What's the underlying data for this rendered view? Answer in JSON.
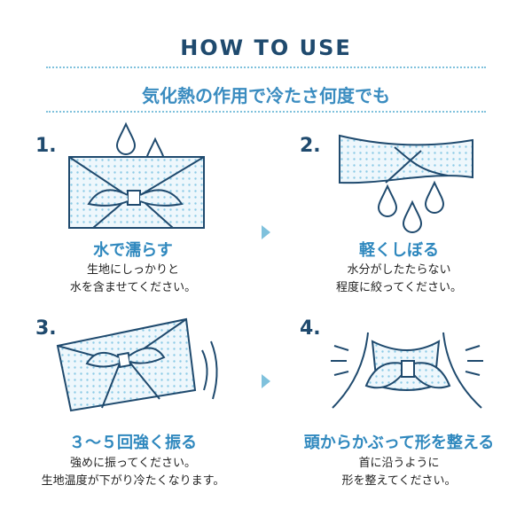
{
  "header": {
    "title": "HOW TO USE",
    "subtitle": "気化熱の作用で冷たさ何度でも"
  },
  "colors": {
    "navy": "#1f4a6e",
    "accent": "#2f88be",
    "dot": "#7fc1dc",
    "fill": "#eaf5fb"
  },
  "steps": [
    {
      "number": "1.",
      "title": "水で濡らす",
      "desc_line1": "生地にしっかりと",
      "desc_line2": "水を含ませてください。",
      "icon": "wet-cloth-icon"
    },
    {
      "number": "2.",
      "title": "軽くしぼる",
      "desc_line1": "水分がしたたらない",
      "desc_line2": "程度に絞ってください。",
      "icon": "wring-cloth-icon"
    },
    {
      "number": "3.",
      "title": "３～５回強く振る",
      "desc_line1": "強めに振ってください。",
      "desc_line2": "生地温度が下がり冷たくなります。",
      "icon": "shake-cloth-icon"
    },
    {
      "number": "4.",
      "title": "頭からかぶって形を整える",
      "desc_line1": "首に沿うように",
      "desc_line2": "形を整えてください。",
      "icon": "wear-scarf-icon"
    }
  ]
}
